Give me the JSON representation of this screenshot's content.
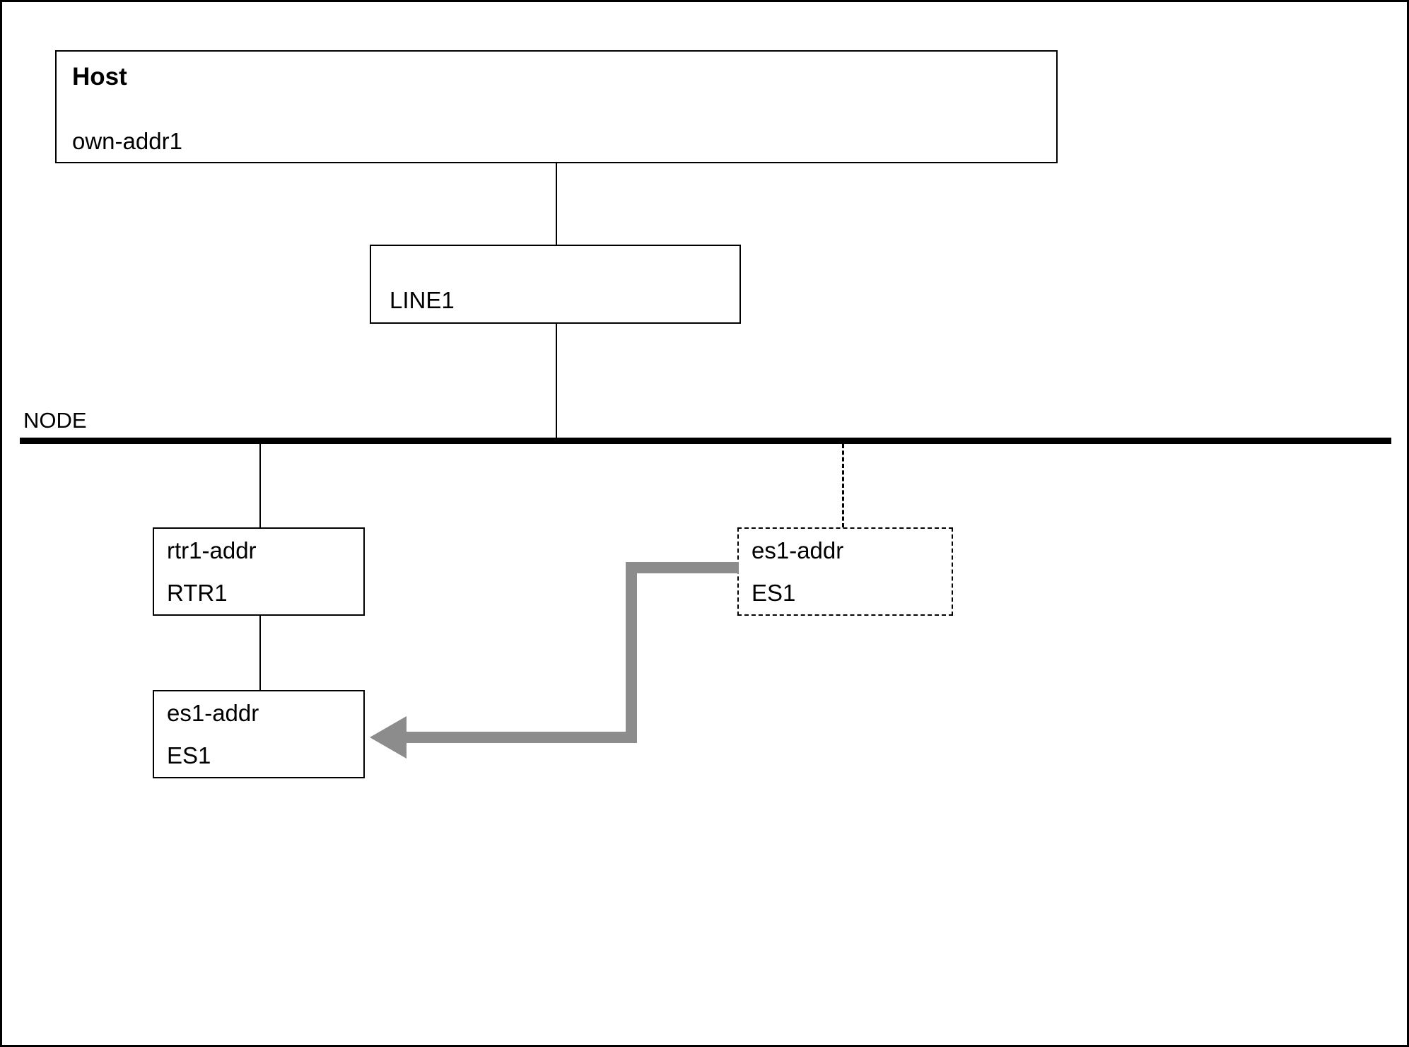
{
  "host": {
    "title": "Host",
    "address": "own-addr1"
  },
  "line1": {
    "label": "LINE1"
  },
  "node": {
    "label": "NODE"
  },
  "rtr1": {
    "address": "rtr1-addr",
    "label": "RTR1"
  },
  "es1_solid": {
    "address": "es1-addr",
    "label": "ES1"
  },
  "es1_dashed": {
    "address": "es1-addr",
    "label": "ES1"
  },
  "colors": {
    "line": "#000000",
    "arrow": "#8c8c8c",
    "background": "#ffffff"
  }
}
